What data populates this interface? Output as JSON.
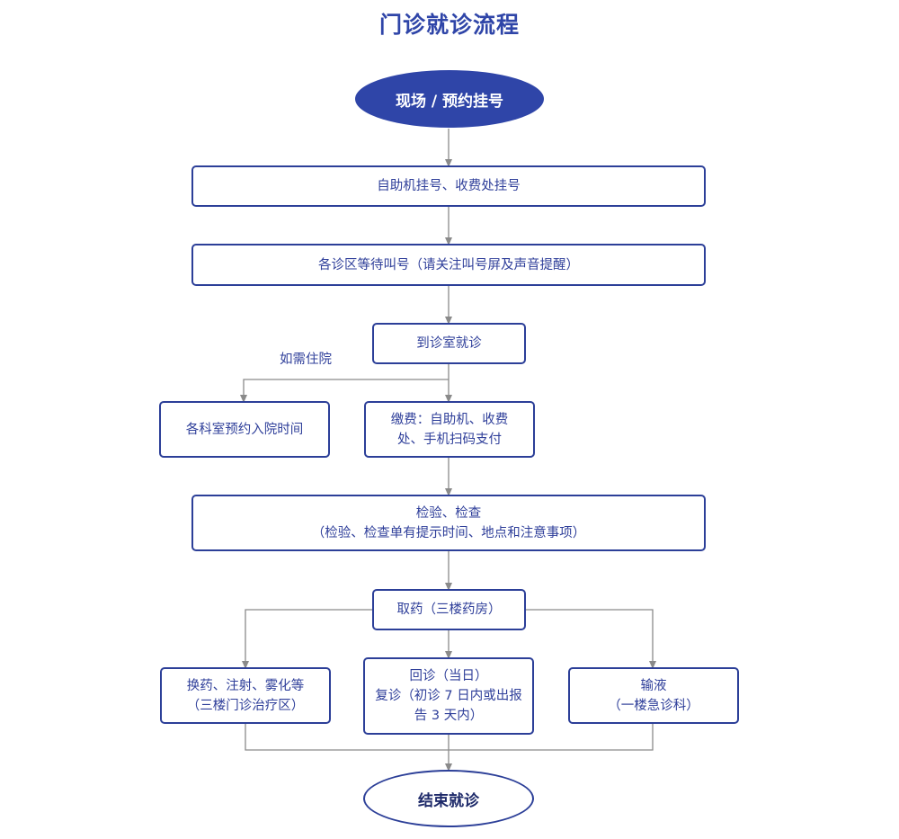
{
  "title": "门诊就诊流程",
  "start": "现场 / 预约挂号",
  "register": "自助机挂号、收费处挂号",
  "wait": "各诊区等待叫号（请关注叫号屏及声音提醒）",
  "visit": "到诊室就诊",
  "inpatient_label": "如需住院",
  "inpatient": "各科室预约入院时间",
  "pay": {
    "line1": "缴费：自助机、收费",
    "line2": "处、手机扫码支付"
  },
  "exam": {
    "line1": "检验、检查",
    "line2": "（检验、检查单有提示时间、地点和注意事项）"
  },
  "pharmacy": "取药（三楼药房）",
  "treat": {
    "line1": "换药、注射、雾化等",
    "line2": "（三楼门诊治疗区）"
  },
  "revisit": {
    "line1": "回诊（当日）",
    "line2": "复诊（初诊 7 日内或出报",
    "line3": "告 3 天内）"
  },
  "infusion": {
    "line1": "输液",
    "line2": "（一楼急诊科）"
  },
  "end": "结束就诊"
}
